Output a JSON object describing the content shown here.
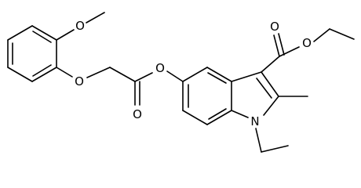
{
  "molecule": {
    "atoms": {
      "o_methoxy": "O",
      "o_aryl_ether": "O",
      "o_carbonyl_left": "O",
      "o_ester_left": "O",
      "o_carbonyl_right": "O",
      "o_ester_right": "O",
      "n_indole": "N"
    }
  }
}
